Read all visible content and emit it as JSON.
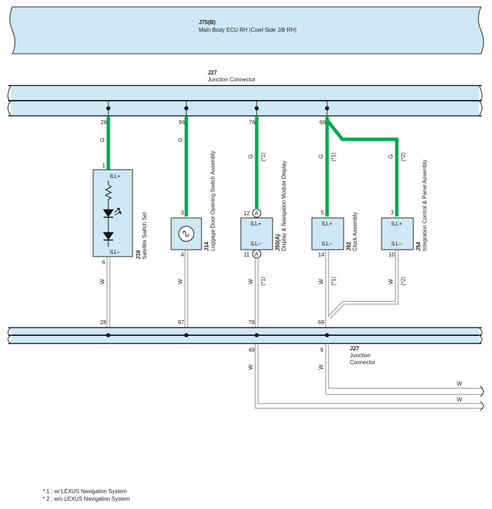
{
  "colors": {
    "bus_fill": "#cfe8f6",
    "box_fill": "#cfe8f6",
    "green_wire": "#00a94f",
    "white_wire": "#9a9a9a",
    "outline": "#222222"
  },
  "ecu": {
    "code": "J75(B)",
    "name": "Main Body ECU RH (Cowl Side J/B RH)"
  },
  "top_junction": {
    "code": "J27",
    "name": "Junction Connector"
  },
  "bottom_junction": {
    "code": "J27",
    "name1": "Junction",
    "name2": "Connector"
  },
  "wire_colors": {
    "green": "G",
    "white": "W"
  },
  "pin_names": {
    "plus": "ILL+",
    "minus": "ILL–"
  },
  "connector_mark": "A",
  "components": [
    {
      "code": "J16",
      "name": "Satellite Switch Set",
      "top_pin": "26",
      "in_pin": "1",
      "out_pin": "6",
      "bottom_pin": "28",
      "note": ""
    },
    {
      "code": "J14",
      "name": "Luggage Door Opening Switch Assembly",
      "top_pin": "96",
      "in_pin": "3",
      "out_pin": "4",
      "bottom_pin": "87",
      "note": ""
    },
    {
      "code": "J50(A)",
      "name": "Display & Navigation Module Display",
      "top_pin": "76",
      "in_pin": "12",
      "out_pin": "11",
      "bottom_pin": "78",
      "note": "(*1)"
    },
    {
      "code": "J92",
      "name": "Clock Assembly",
      "top_pin": "66",
      "in_pin": "5",
      "out_pin": "14",
      "bottom_pin": "69",
      "note": "(*1)"
    },
    {
      "code": "J54",
      "name": "Integration Control & Panel Assembly",
      "in_pin": "3",
      "out_pin": "10",
      "note": "(*2)"
    }
  ],
  "outputs": [
    {
      "pin": "49",
      "color": "W"
    },
    {
      "pin": "9",
      "color": "W"
    }
  ],
  "footnotes": [
    "* 1 : w/ LEXUS Navigation System",
    "* 2 : w/o LEXUS Navigation System"
  ]
}
